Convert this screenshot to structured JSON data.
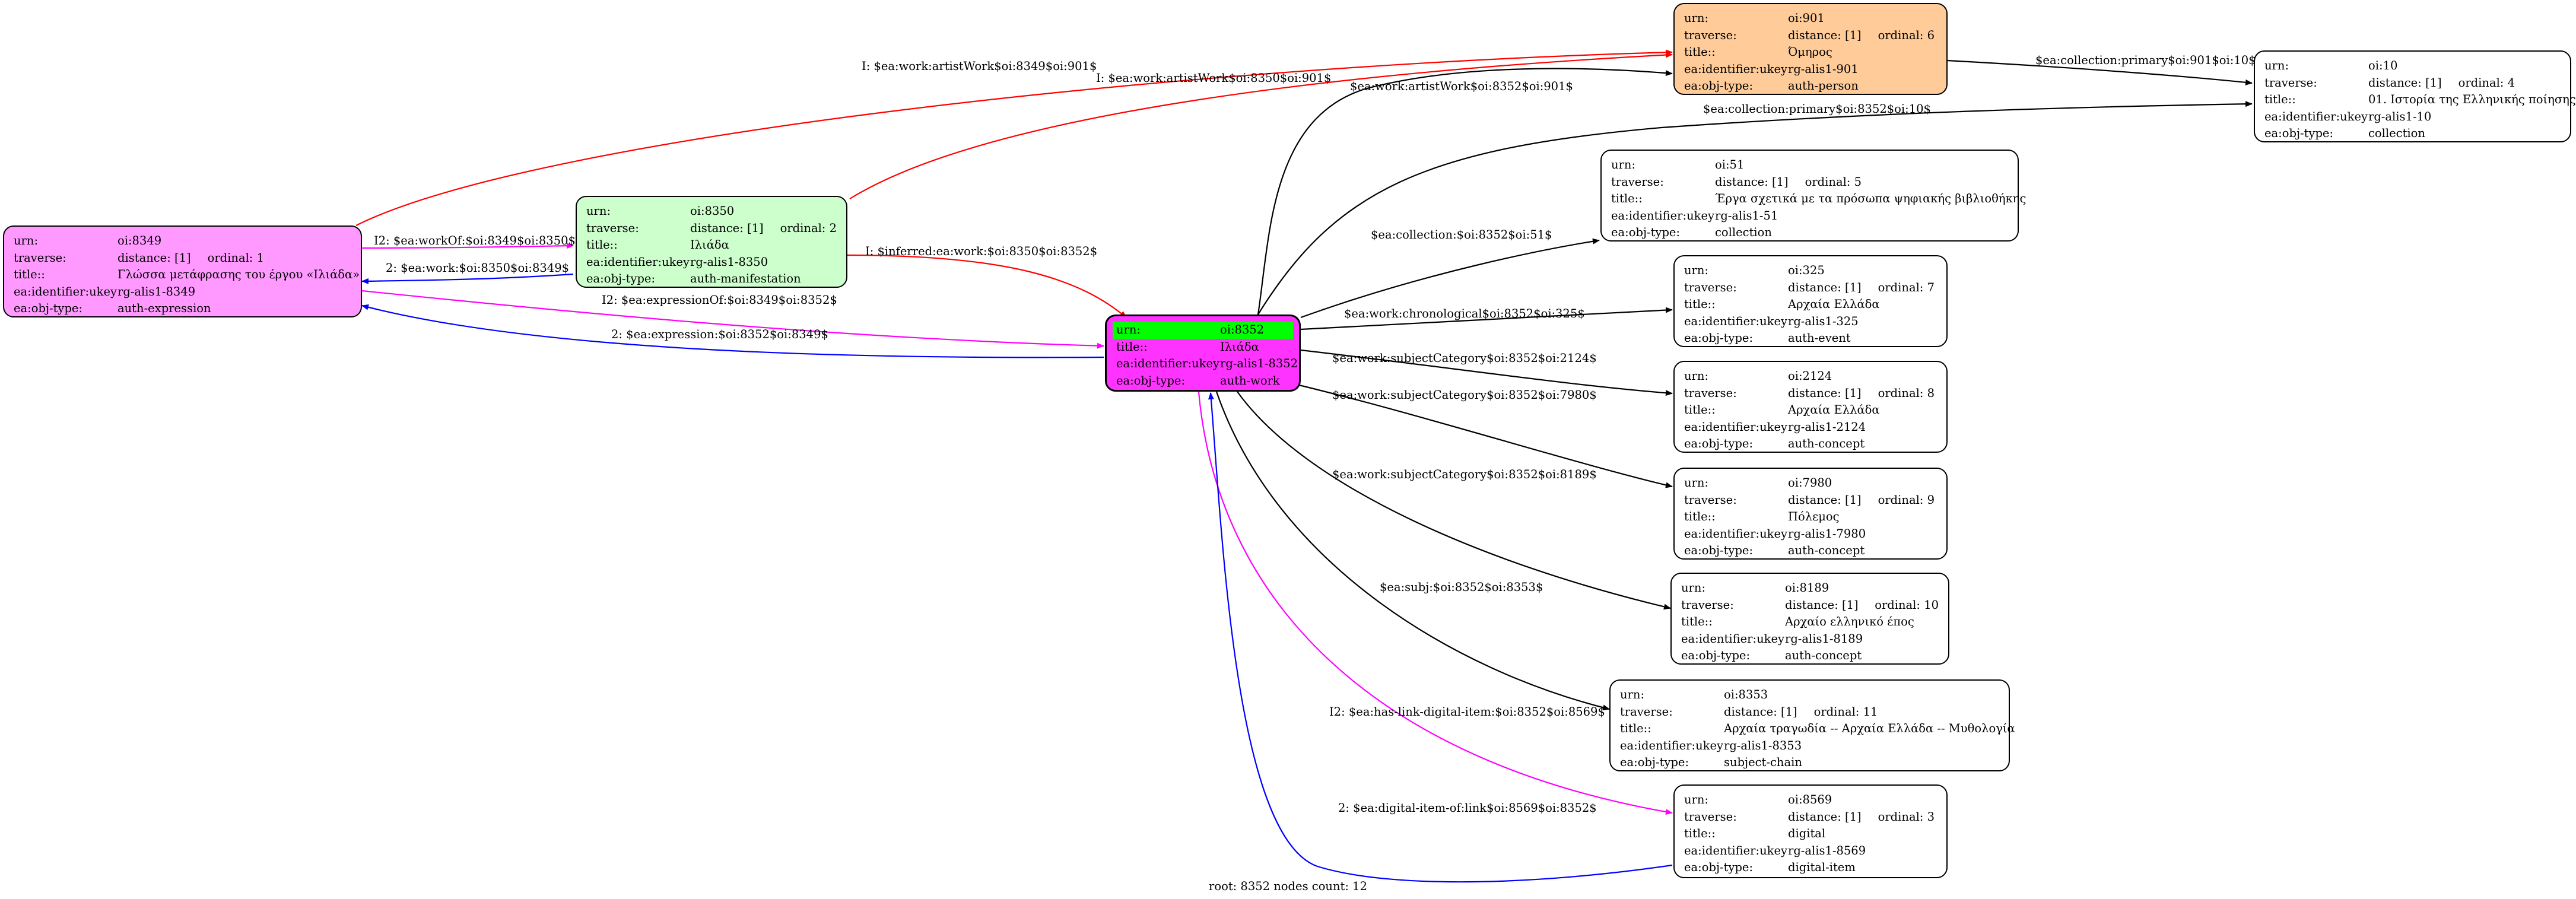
{
  "colors": {
    "edge_black": "#000000",
    "edge_red": "#ff0000",
    "edge_blue": "#0000ff",
    "edge_magenta": "#ff00ff",
    "node_expression": "#ff99ff",
    "node_manifestation": "#ccffcc",
    "node_person": "#ffcc99",
    "node_root": "#ff33ff",
    "node_root_highlight": "#00ff00",
    "node_default": "#ffffff"
  },
  "nodes": {
    "n8349": {
      "urn": "oi:8349",
      "traverse_distance": "distance: [1]",
      "traverse_ordinal": "ordinal: 1",
      "title": "Γλώσσα μετάφρασης του έργου «Ιλιάδα»",
      "ukey": "rg-alis1-8349",
      "objtype": "auth-expression"
    },
    "n8350": {
      "urn": "oi:8350",
      "traverse_distance": "distance: [1]",
      "traverse_ordinal": "ordinal: 2",
      "title": "Ιλιάδα",
      "ukey": "rg-alis1-8350",
      "objtype": "auth-manifestation"
    },
    "n8352": {
      "urn": "oi:8352",
      "title": "Ιλιάδα",
      "ukey": "rg-alis1-8352",
      "objtype": "auth-work"
    },
    "n901": {
      "urn": "oi:901",
      "traverse_distance": "distance: [1]",
      "traverse_ordinal": "ordinal: 6",
      "title": "Όμηρος",
      "ukey": "rg-alis1-901",
      "objtype": "auth-person"
    },
    "n10": {
      "urn": "oi:10",
      "traverse_distance": "distance: [1]",
      "traverse_ordinal": "ordinal: 4",
      "title": "01. Ιστορία της Ελληνικής ποίησης",
      "ukey": "rg-alis1-10",
      "objtype": "collection"
    },
    "n51": {
      "urn": "oi:51",
      "traverse_distance": "distance: [1]",
      "traverse_ordinal": "ordinal: 5",
      "title": "Έργα σχετικά με τα πρόσωπα ψηφιακής βιβλιοθήκης",
      "ukey": "rg-alis1-51",
      "objtype": "collection"
    },
    "n325": {
      "urn": "oi:325",
      "traverse_distance": "distance: [1]",
      "traverse_ordinal": "ordinal: 7",
      "title": "Αρχαία Ελλάδα",
      "ukey": "rg-alis1-325",
      "objtype": "auth-event"
    },
    "n2124": {
      "urn": "oi:2124",
      "traverse_distance": "distance: [1]",
      "traverse_ordinal": "ordinal: 8",
      "title": "Αρχαία Ελλάδα",
      "ukey": "rg-alis1-2124",
      "objtype": "auth-concept"
    },
    "n7980": {
      "urn": "oi:7980",
      "traverse_distance": "distance: [1]",
      "traverse_ordinal": "ordinal: 9",
      "title": "Πόλεμος",
      "ukey": "rg-alis1-7980",
      "objtype": "auth-concept"
    },
    "n8189": {
      "urn": "oi:8189",
      "traverse_distance": "distance: [1]",
      "traverse_ordinal": "ordinal: 10",
      "title": "Αρχαίο ελληνικό έπος",
      "ukey": "rg-alis1-8189",
      "objtype": "auth-concept"
    },
    "n8353": {
      "urn": "oi:8353",
      "traverse_distance": "distance: [1]",
      "traverse_ordinal": "ordinal: 11",
      "title": "Αρχαία τραγωδία -- Αρχαία Ελλάδα -- Μυθολογία",
      "ukey": "rg-alis1-8353",
      "objtype": "subject-chain"
    },
    "n8569": {
      "urn": "oi:8569",
      "traverse_distance": "distance: [1]",
      "traverse_ordinal": "ordinal: 3",
      "title": "digital",
      "ukey": "rg-alis1-8569",
      "objtype": "digital-item"
    }
  },
  "field_labels": {
    "urn": "urn:",
    "traverse": "traverse:",
    "title": "title::",
    "ukey": "ea:identifier:ukey",
    "objtype": "ea:obj-type:"
  },
  "edges": [
    {
      "label": "I: $ea:work:artistWork$oi:8349$oi:901$",
      "color": "edge_red"
    },
    {
      "label": "I: $ea:work:artistWork$oi:8350$oi:901$",
      "color": "edge_red"
    },
    {
      "label": "$ea:work:artistWork$oi:8352$oi:901$",
      "color": "edge_black"
    },
    {
      "label": "$ea:collection:primary$oi:901$oi:10$",
      "color": "edge_black"
    },
    {
      "label": "$ea:collection:primary$oi:8352$oi:10$",
      "color": "edge_black"
    },
    {
      "label": "I2: $ea:workOf:$oi:8349$oi:8350$",
      "color": "edge_magenta"
    },
    {
      "label": "2: $ea:work:$oi:8350$oi:8349$",
      "color": "edge_blue"
    },
    {
      "label": "I: $inferred:ea:work:$oi:8350$oi:8352$",
      "color": "edge_red"
    },
    {
      "label": "I2: $ea:expressionOf:$oi:8349$oi:8352$",
      "color": "edge_magenta"
    },
    {
      "label": "2: $ea:expression:$oi:8352$oi:8349$",
      "color": "edge_blue"
    },
    {
      "label": "$ea:collection:$oi:8352$oi:51$",
      "color": "edge_black"
    },
    {
      "label": "$ea:work:chronological$oi:8352$oi:325$",
      "color": "edge_black"
    },
    {
      "label": "$ea:work:subjectCategory$oi:8352$oi:2124$",
      "color": "edge_black"
    },
    {
      "label": "$ea:work:subjectCategory$oi:8352$oi:7980$",
      "color": "edge_black"
    },
    {
      "label": "$ea:work:subjectCategory$oi:8352$oi:8189$",
      "color": "edge_black"
    },
    {
      "label": "$ea:subj:$oi:8352$oi:8353$",
      "color": "edge_black"
    },
    {
      "label": "I2: $ea:has-link-digital-item:$oi:8352$oi:8569$",
      "color": "edge_magenta"
    },
    {
      "label": "2: $ea:digital-item-of:link$oi:8569$oi:8352$",
      "color": "edge_blue"
    }
  ],
  "footer": "root: 8352 nodes count: 12"
}
